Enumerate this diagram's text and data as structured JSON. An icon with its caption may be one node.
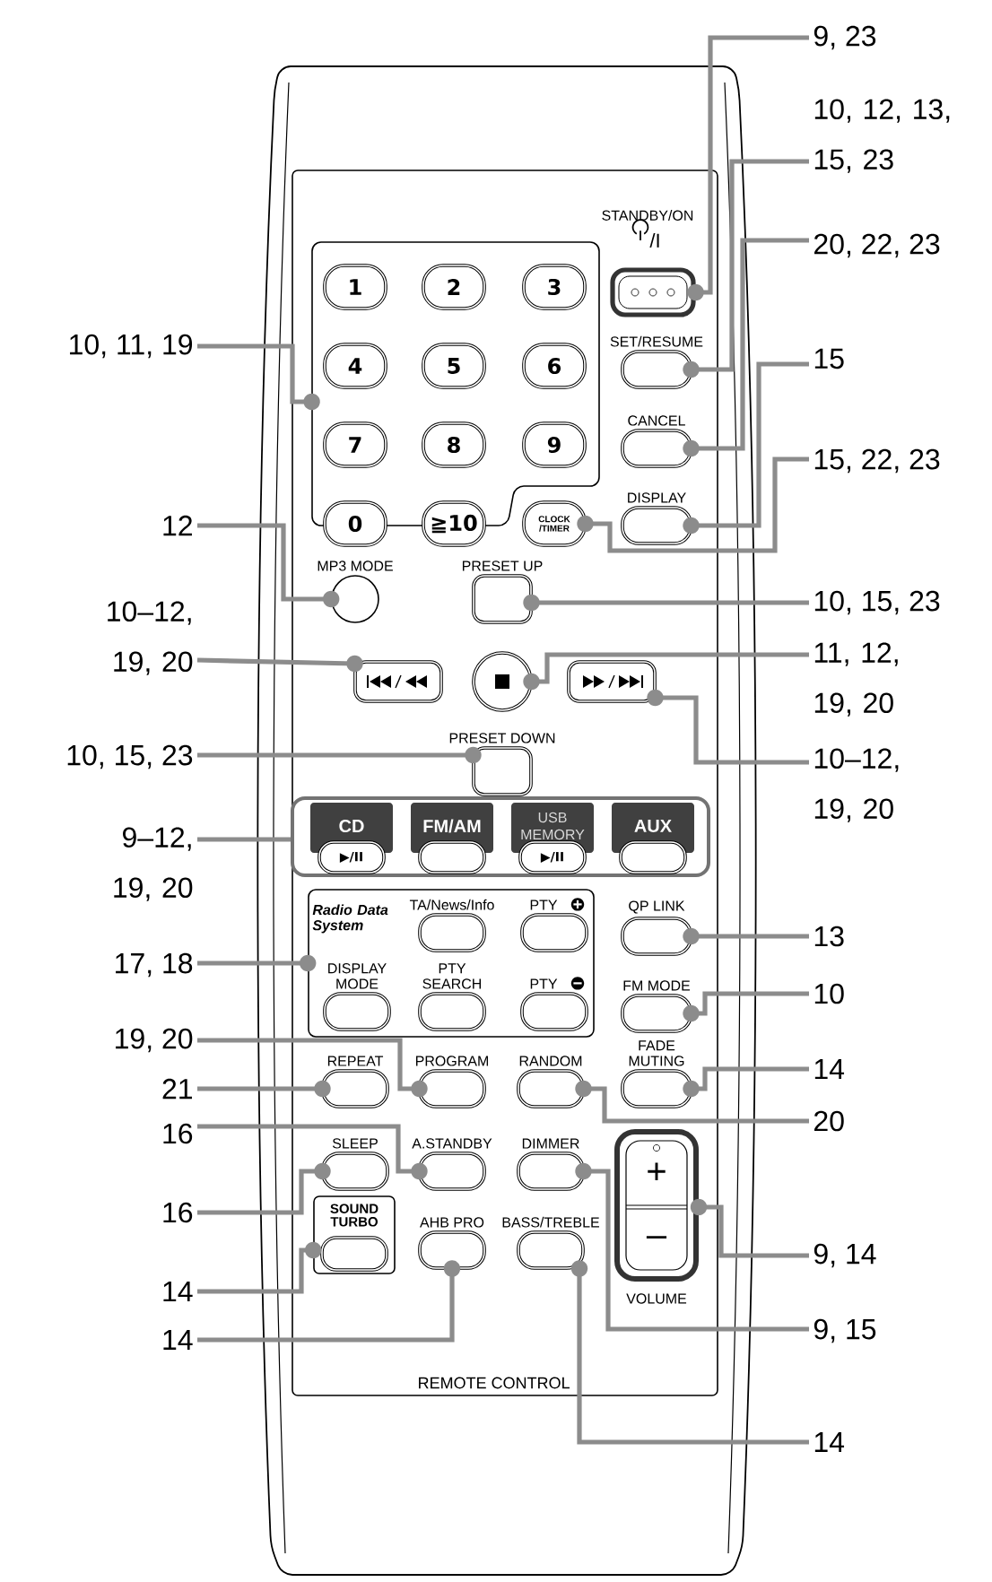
{
  "diagram": {
    "nodes": [
      {
        "text": [
          "STANDBY/ON",
          "/I"
        ]
      },
      {
        "text": [],
        "shape": "box"
      },
      {
        "text": [
          "1"
        ],
        "in": 1
      },
      {
        "text": [
          "2"
        ],
        "in": 1
      },
      {
        "text": [
          "3"
        ],
        "in": 1
      },
      {
        "text": [
          "4"
        ],
        "in": 1
      },
      {
        "text": [
          "5"
        ],
        "in": 1
      },
      {
        "text": [
          "6"
        ],
        "in": 1
      },
      {
        "text": [
          "7"
        ],
        "in": 1
      },
      {
        "text": [
          "8"
        ],
        "in": 1
      },
      {
        "text": [
          "9"
        ],
        "in": 1
      },
      {
        "text": [
          "0"
        ],
        "in": 1
      },
      {
        "text": [
          "≧10"
        ],
        "in": 1
      },
      {
        "text": [
          "SET/RESUME"
        ]
      },
      {
        "text": [
          "CANCEL"
        ]
      },
      {
        "text": [
          "CLOCK /TIMER"
        ]
      },
      {
        "text": [
          "DISPLAY"
        ]
      },
      {
        "text": [
          "MP3 MODE"
        ]
      },
      {
        "text": [
          "PRESET UP"
        ]
      },
      {
        "text": [],
        "shape": "box"
      },
      {
        "text": [],
        "shape": "circle"
      },
      {
        "text": [],
        "shape": "box"
      },
      {
        "text": [
          "PRESET DOWN"
        ]
      },
      {
        "text": [],
        "shape": "box"
      },
      {
        "text": [
          "CD",
          "▶/II"
        ],
        "in": 23
      },
      {
        "text": [
          "FM/AM"
        ],
        "in": 23
      },
      {
        "text": [
          "USB MEMORY",
          "▶/II"
        ],
        "in": 23
      },
      {
        "text": [
          "AUX"
        ],
        "in": 23
      },
      {
        "text": [
          "Radio Data System"
        ]
      },
      {
        "text": [
          "TA/News/Info"
        ],
        "in": 28
      },
      {
        "text": [
          "PTY"
        ],
        "in": 28
      },
      {
        "text": [
          "DISPLAY MODE"
        ],
        "in": 28
      },
      {
        "text": [
          "PTY SEARCH"
        ],
        "in": 28
      },
      {
        "text": [
          "PTY"
        ],
        "in": 28
      },
      {
        "text": [
          "QP LINK"
        ]
      },
      {
        "text": [
          "FM MODE"
        ]
      },
      {
        "text": [
          "FADE MUTING"
        ]
      },
      {
        "text": [
          "REPEAT"
        ]
      },
      {
        "text": [
          "PROGRAM"
        ]
      },
      {
        "text": [
          "RANDOM"
        ]
      },
      {
        "text": [
          "SLEEP"
        ]
      },
      {
        "text": [
          "A.STANDBY"
        ]
      },
      {
        "text": [
          "DIMMER"
        ]
      },
      {
        "text": [
          "+",
          "–",
          "VOLUME"
        ]
      },
      {
        "text": [
          "SOUND TURBO"
        ]
      },
      {
        "text": [
          "AHB PRO"
        ]
      },
      {
        "text": [
          "BASS/TREBLE"
        ]
      },
      {
        "text": [
          "10, 11, 19"
        ]
      },
      {
        "text": [
          "12"
        ]
      },
      {
        "text": [
          "10–12, 19, 20"
        ]
      },
      {
        "text": [
          "10, 15, 23"
        ]
      },
      {
        "text": [
          "9–12, 19, 20"
        ]
      },
      {
        "text": [
          "17, 18"
        ]
      },
      {
        "text": [
          "19, 20"
        ]
      },
      {
        "text": [
          "21"
        ]
      },
      {
        "text": [
          "16"
        ]
      },
      {
        "text": [
          "16"
        ]
      },
      {
        "text": [
          "14"
        ]
      },
      {
        "text": [
          "14"
        ]
      },
      {
        "text": [
          "9, 23"
        ]
      },
      {
        "text": [
          "10, 12, 13, 15, 23"
        ]
      },
      {
        "text": [
          "20, 22, 23"
        ]
      },
      {
        "text": [
          "15"
        ]
      },
      {
        "text": [
          "15, 22, 23"
        ]
      },
      {
        "text": [
          "10, 15, 23"
        ]
      },
      {
        "text": [
          "11, 12, 19, 20"
        ]
      },
      {
        "text": [
          "10–12, 19, 20"
        ]
      },
      {
        "text": [
          "13"
        ]
      },
      {
        "text": [
          "10"
        ]
      },
      {
        "text": [
          "14"
        ]
      },
      {
        "text": [
          "20"
        ]
      },
      {
        "text": [
          "9, 14"
        ]
      },
      {
        "text": [
          "9, 15"
        ]
      },
      {
        "text": [
          "14"
        ]
      }
    ],
    "edges": [
      {
        "from": 47,
        "to": 1,
        "arrow": "other"
      },
      {
        "from": 48,
        "to": 17,
        "arrow": "other"
      },
      {
        "from": 49,
        "to": 19,
        "arrow": "other"
      },
      {
        "from": 50,
        "to": 22,
        "arrow": "other"
      },
      {
        "from": 51,
        "to": 23,
        "arrow": "none"
      },
      {
        "from": 52,
        "to": 28,
        "arrow": "other"
      },
      {
        "from": 53,
        "to": 38,
        "arrow": "other"
      },
      {
        "from": 54,
        "to": 37,
        "arrow": "other"
      },
      {
        "from": 55,
        "to": 41,
        "arrow": "other"
      },
      {
        "from": 56,
        "to": 40,
        "arrow": "other"
      },
      {
        "from": 57,
        "to": 44,
        "arrow": "other"
      },
      {
        "from": 58,
        "to": 45,
        "arrow": "other"
      },
      {
        "from": 59,
        "to": 0,
        "arrow": "other"
      },
      {
        "from": 60,
        "to": 13,
        "arrow": "other"
      },
      {
        "from": 61,
        "to": 14,
        "arrow": "other"
      },
      {
        "from": 62,
        "to": 16,
        "arrow": "other"
      },
      {
        "from": 63,
        "to": 15,
        "arrow": "other"
      },
      {
        "from": 64,
        "to": 18,
        "arrow": "other"
      },
      {
        "from": 65,
        "to": 20,
        "arrow": "other"
      },
      {
        "from": 66,
        "to": 21,
        "arrow": "other"
      },
      {
        "from": 67,
        "to": 34,
        "arrow": "other"
      },
      {
        "from": 68,
        "to": 35,
        "arrow": "other"
      },
      {
        "from": 69,
        "to": 36,
        "arrow": "other"
      },
      {
        "from": 70,
        "to": 39,
        "arrow": "other"
      },
      {
        "from": 71,
        "to": 43,
        "arrow": "other"
      },
      {
        "from": 72,
        "to": 42,
        "arrow": "other"
      },
      {
        "from": 73,
        "to": 46,
        "arrow": "other"
      }
    ],
    "labels": [
      "REMOTE CONTROL"
    ]
  }
}
